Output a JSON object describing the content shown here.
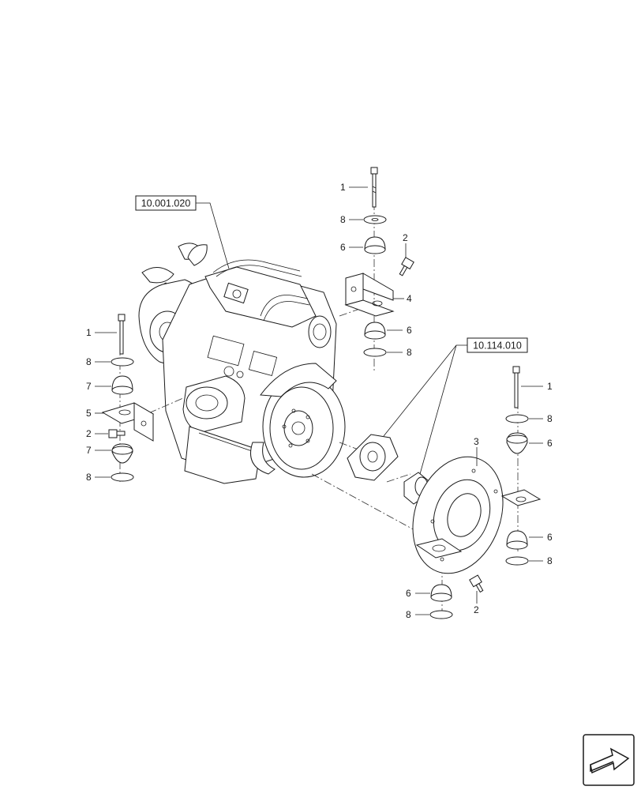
{
  "reference_boxes": {
    "engine_ref": "10.001.020",
    "coupling_ref": "10.114.010"
  },
  "callouts": {
    "top_mount": {
      "bolt": "1",
      "washer": "8",
      "cushion": "6",
      "screw": "2",
      "bracket": "4",
      "cushion_lower": "6",
      "washer_lower": "8"
    },
    "left_mount": {
      "bolt": "1",
      "washer": "8",
      "cushion": "7",
      "bracket": "5",
      "screw": "2",
      "cushion_lower": "7",
      "washer_lower": "8"
    },
    "right_mount": {
      "bolt": "1",
      "washer": "8",
      "cushion": "6",
      "housing": "3",
      "cushion_lower": "6",
      "washer_lower": "8"
    },
    "bottom_mount": {
      "cushion": "6",
      "washer": "8",
      "screw": "2"
    }
  },
  "navigation": {
    "icon": "arrow-icon"
  }
}
